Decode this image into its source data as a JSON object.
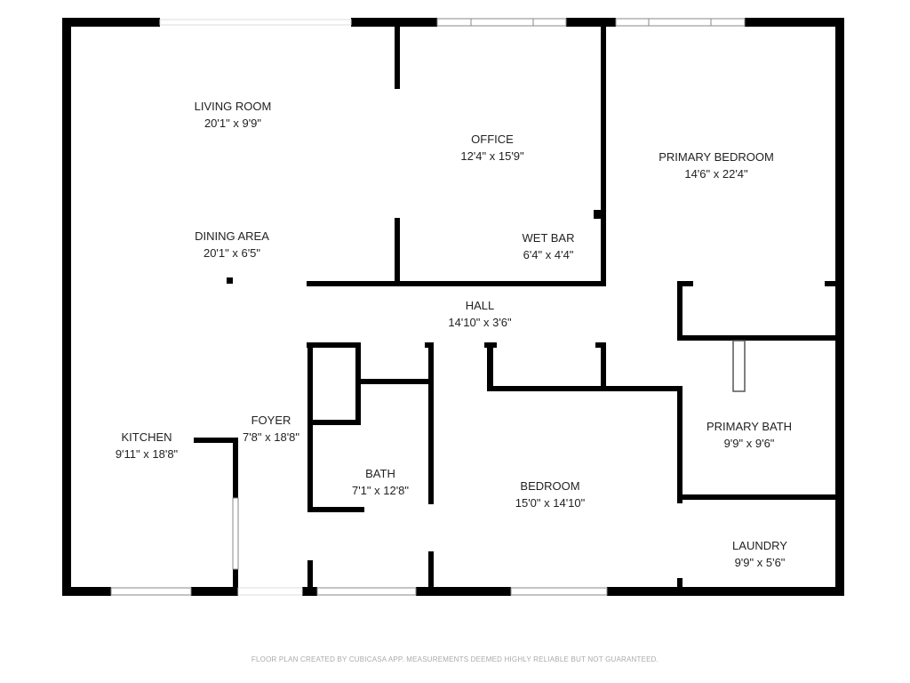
{
  "rooms": [
    {
      "name": "LIVING ROOM",
      "size": "20'1\" x 9'9\""
    },
    {
      "name": "OFFICE",
      "size": "12'4\" x 15'9\""
    },
    {
      "name": "PRIMARY BEDROOM",
      "size": "14'6\" x 22'4\""
    },
    {
      "name": "DINING AREA",
      "size": "20'1\" x 6'5\""
    },
    {
      "name": "WET BAR",
      "size": "6'4\" x 4'4\""
    },
    {
      "name": "HALL",
      "size": "14'10\" x 3'6\""
    },
    {
      "name": "KITCHEN",
      "size": "9'11\" x 18'8\""
    },
    {
      "name": "FOYER",
      "size": "7'8\" x 18'8\""
    },
    {
      "name": "BATH",
      "size": "7'1\" x 12'8\""
    },
    {
      "name": "BEDROOM",
      "size": "15'0\" x 14'10\""
    },
    {
      "name": "PRIMARY BATH",
      "size": "9'9\" x 9'6\""
    },
    {
      "name": "LAUNDRY",
      "size": "9'9\" x 5'6\""
    }
  ],
  "footer": "FLOOR PLAN CREATED BY CUBICASA APP. MEASUREMENTS DEEMED HIGHLY RELIABLE BUT NOT GUARANTEED."
}
